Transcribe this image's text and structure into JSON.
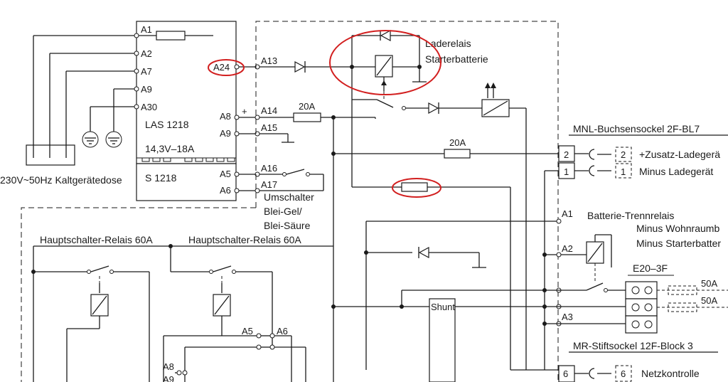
{
  "terminals": {
    "a1": "A1",
    "a2": "A2",
    "a7": "A7",
    "a9": "A9",
    "a30": "A30",
    "a24": "A24",
    "a8": "A8",
    "a9b": "A9",
    "a5": "A5",
    "a6": "A6",
    "a13": "A13",
    "a14": "A14",
    "a15": "A15",
    "a16": "A16",
    "a17": "A17",
    "plus": "+"
  },
  "modules": {
    "las": "LAS 1218",
    "las_voltage": "14,3V–18A",
    "s": "S 1218"
  },
  "fuses": {
    "f1": "20A",
    "f2": "20A"
  },
  "labels": {
    "relay_line1": "Laderelais",
    "relay_line2": "Starterbatterie",
    "socket_label": "230V~50Hz Kaltgerätedose",
    "switch_line1": "Umschalter",
    "switch_line2": "Blei-Gel/",
    "switch_line3": "Blei-Säure",
    "main_relay_1": "Hauptschalter-Relais 60A",
    "main_relay_2": "Hauptschalter-Relais 60A",
    "mnl_socket": "MNL-Buchsensockel 2F-BL7",
    "pin2_text": "+Zusatz-Ladegerä",
    "pin1_text": "Minus Ladegerät",
    "trenn_relay": "Batterie-Trennrelais",
    "minus_wohn": "Minus Wohnraumb",
    "minus_start": "Minus Starterbatter",
    "e20": "E20–3F",
    "fuse_50a_1": "50A",
    "fuse_50a_2": "50A",
    "shunt": "Shunt",
    "mr_socket": "MR-Stiftsockel 12F-Block 3",
    "netz": "Netzkontrolle",
    "ra1": "A1",
    "ra2": "A2",
    "ra3": "A3",
    "b_a5": "A5",
    "b_a6": "A6",
    "b_a8": "A8",
    "b_a9": "A9",
    "p2": "2",
    "p1": "1",
    "p2b": "2",
    "p1b": "1",
    "p6": "6",
    "p6b": "6"
  }
}
